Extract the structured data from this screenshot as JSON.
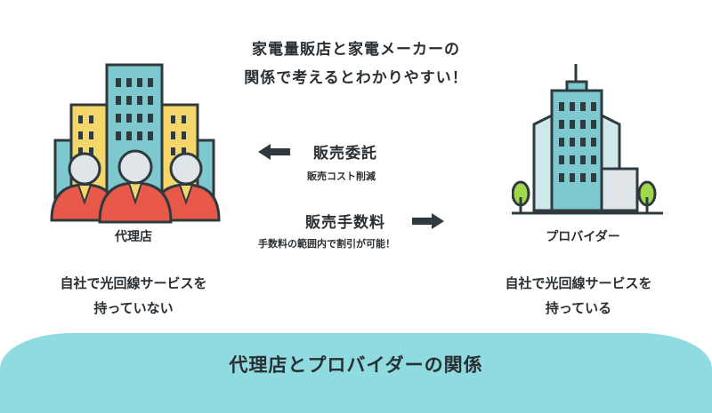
{
  "headline": {
    "line1": "家電量販店と家電メーカーの",
    "line2": "関係で考えるとわかりやすい！"
  },
  "commission_flow": {
    "main": "販売委託",
    "sub": "販売コスト削減"
  },
  "fee_flow": {
    "main": "販売手数料",
    "sub": "手数料の範囲内で割引が可能！"
  },
  "agency": {
    "name": "代理店",
    "desc_line1": "自社で光回線サービスを",
    "desc_line2": "持っていない"
  },
  "provider": {
    "name": "プロバイダー",
    "desc_line1": "自社で光回線サービスを",
    "desc_line2": "持っている"
  },
  "bottom_title": "代理店とプロバイダーの関係",
  "colors": {
    "band": "#8fdbe0",
    "building_blue": "#7ec9cf",
    "building_yellow": "#f5d66a",
    "person_red": "#e8594a",
    "outline": "#2f3a3f"
  }
}
